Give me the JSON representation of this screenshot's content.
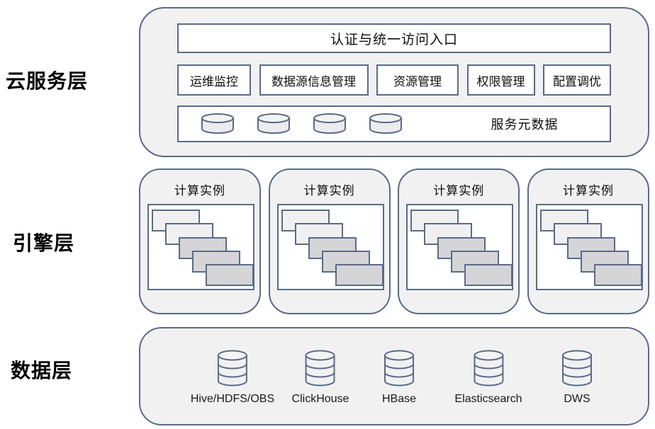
{
  "layers": {
    "cloud": {
      "label": "云服务层"
    },
    "engine": {
      "label": "引擎层"
    },
    "data": {
      "label": "数据层"
    }
  },
  "cloud_layer": {
    "auth_entry_label": "认证与统一访问入口",
    "management_items": [
      "运维监控",
      "数据源信息管理",
      "资源管理",
      "权限管理",
      "配置调优"
    ],
    "service_metadata_label": "服务元数据",
    "metadata_cylinder_count": 4
  },
  "engine_layer": {
    "instance_labels": [
      "计算实例",
      "计算实例",
      "计算实例",
      "计算实例"
    ]
  },
  "data_layer": {
    "stores": [
      "Hive/HDFS/OBS",
      "ClickHouse",
      "HBase",
      "Elasticsearch",
      "DWS"
    ]
  },
  "colors": {
    "panel_fill": "#f1f1f2",
    "border": "#5b6b87",
    "box_fill": "#ffffff",
    "cascade_light": "#f0f0f1",
    "cascade_dark": "#d5d5d7",
    "text": "#0d0d0d"
  }
}
